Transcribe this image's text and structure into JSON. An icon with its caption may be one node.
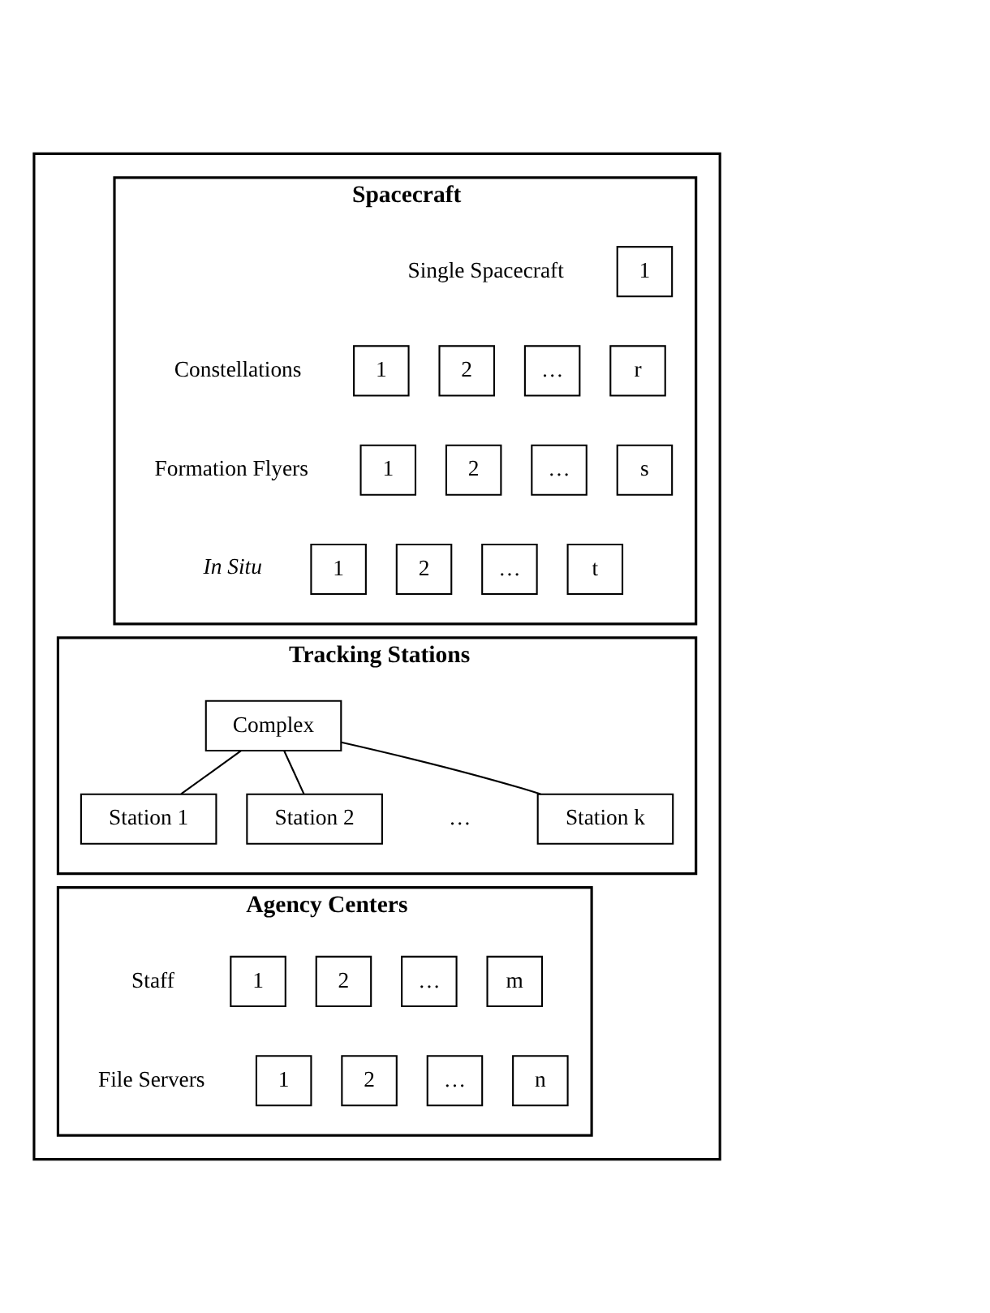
{
  "diagram": {
    "nodes": [
      {
        "text": [],
        "shape": "box"
      },
      {
        "text": [
          "Spacecraft"
        ],
        "in": 0
      },
      {
        "text": [
          "1"
        ],
        "in": 1
      },
      {
        "text": [
          "1"
        ],
        "in": 1
      },
      {
        "text": [
          "2"
        ],
        "in": 1
      },
      {
        "text": [
          "…"
        ],
        "in": 1
      },
      {
        "text": [
          "r"
        ],
        "in": 1
      },
      {
        "text": [
          "1"
        ],
        "in": 1
      },
      {
        "text": [
          "2"
        ],
        "in": 1
      },
      {
        "text": [
          "…"
        ],
        "in": 1
      },
      {
        "text": [
          "s"
        ],
        "in": 1
      },
      {
        "text": [
          "1"
        ],
        "in": 1
      },
      {
        "text": [
          "2"
        ],
        "in": 1
      },
      {
        "text": [
          "…"
        ],
        "in": 1
      },
      {
        "text": [
          "t"
        ],
        "in": 1
      },
      {
        "text": [
          "Tracking Stations"
        ],
        "in": 0
      },
      {
        "text": [
          "Complex"
        ],
        "in": 15
      },
      {
        "text": [
          "Station 1"
        ],
        "in": 15
      },
      {
        "text": [
          "Station 2"
        ],
        "in": 15
      },
      {
        "text": [
          "Station k"
        ],
        "in": 15
      },
      {
        "text": [
          "Agency Centers"
        ],
        "in": 0
      },
      {
        "text": [
          "1"
        ],
        "in": 20
      },
      {
        "text": [
          "2"
        ],
        "in": 20
      },
      {
        "text": [
          "…"
        ],
        "in": 20
      },
      {
        "text": [
          "m"
        ],
        "in": 20
      },
      {
        "text": [
          "1"
        ],
        "in": 20
      },
      {
        "text": [
          "2"
        ],
        "in": 20
      },
      {
        "text": [
          "…"
        ],
        "in": 20
      },
      {
        "text": [
          "n"
        ],
        "in": 20
      }
    ],
    "edges": [
      {
        "from": 16,
        "to": 17,
        "arrow": "none"
      },
      {
        "from": 16,
        "to": 18,
        "arrow": "none"
      },
      {
        "from": 16,
        "to": 19,
        "arrow": "none"
      }
    ],
    "labels": [
      "Single Spacecraft",
      "Constellations",
      "Formation Flyers",
      "In Situ",
      "…",
      "Staff",
      "File Servers"
    ]
  }
}
